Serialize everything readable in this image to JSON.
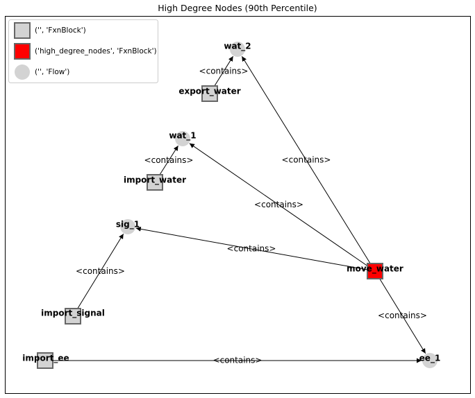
{
  "title": "High Degree Nodes (90th Percentile)",
  "colors": {
    "fxnblock": "#d3d3d3",
    "high_degree": "#ff0000",
    "flow": "#d3d3d3",
    "node_border": "#666666",
    "edge": "#000000"
  },
  "legend": [
    {
      "label": "('', 'FxnBlock')",
      "shape": "square",
      "color": "#d3d3d3"
    },
    {
      "label": "('high_degree_nodes', 'FxnBlock')",
      "shape": "square",
      "color": "#ff0000"
    },
    {
      "label": "('', 'Flow')",
      "shape": "circle",
      "color": "#d3d3d3"
    }
  ],
  "nodes": [
    {
      "id": "wat_2",
      "label": "wat_2",
      "kind": "flow"
    },
    {
      "id": "export_water",
      "label": "export_water",
      "kind": "fxnblock"
    },
    {
      "id": "wat_1",
      "label": "wat_1",
      "kind": "flow"
    },
    {
      "id": "import_water",
      "label": "import_water",
      "kind": "fxnblock"
    },
    {
      "id": "sig_1",
      "label": "sig_1",
      "kind": "flow"
    },
    {
      "id": "move_water",
      "label": "move_water",
      "kind": "high_degree"
    },
    {
      "id": "import_signal",
      "label": "import_signal",
      "kind": "fxnblock"
    },
    {
      "id": "import_ee",
      "label": "import_ee",
      "kind": "fxnblock"
    },
    {
      "id": "ee_1",
      "label": "ee_1",
      "kind": "flow"
    }
  ],
  "edges": [
    {
      "source": "export_water",
      "target": "wat_2",
      "label": "<contains>"
    },
    {
      "source": "import_water",
      "target": "wat_1",
      "label": "<contains>"
    },
    {
      "source": "import_signal",
      "target": "sig_1",
      "label": "<contains>"
    },
    {
      "source": "import_ee",
      "target": "ee_1",
      "label": "<contains>"
    },
    {
      "source": "move_water",
      "target": "wat_2",
      "label": "<contains>"
    },
    {
      "source": "move_water",
      "target": "wat_1",
      "label": "<contains>"
    },
    {
      "source": "move_water",
      "target": "sig_1",
      "label": "<contains>"
    },
    {
      "source": "move_water",
      "target": "ee_1",
      "label": "<contains>"
    }
  ]
}
